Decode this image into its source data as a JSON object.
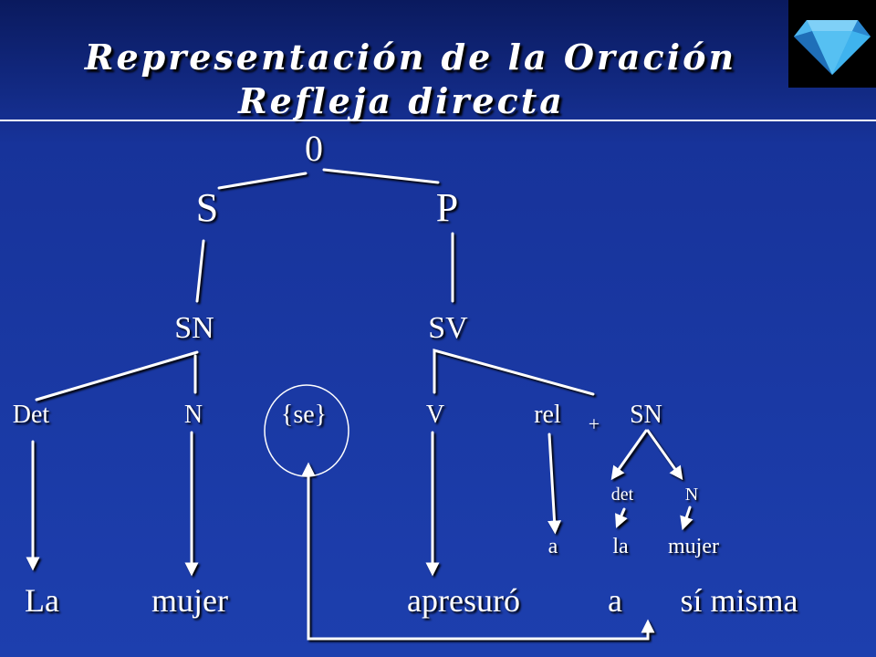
{
  "title": {
    "line1": "Representación de la Oración",
    "line2": "Refleja directa"
  },
  "logo_icon": "diamond-gem-icon",
  "colors": {
    "background": "#1d3fae",
    "text": "#ffffff",
    "gem": "#3aa6e8"
  },
  "nodes": {
    "root": "0",
    "s": "S",
    "p": "P",
    "sn": "SN",
    "sv": "SV",
    "det": "Det",
    "n": "N",
    "se": "{se}",
    "v": "V",
    "rel": "rel",
    "plus": "+",
    "sn2": "SN",
    "det2": "det",
    "n2": "N"
  },
  "words": {
    "a_small": "a",
    "la_small": "la",
    "mujer_small": "mujer",
    "la": "La",
    "mujer": "mujer",
    "apresuro": "apresuró",
    "a": "a",
    "si_misma": "sí misma"
  }
}
